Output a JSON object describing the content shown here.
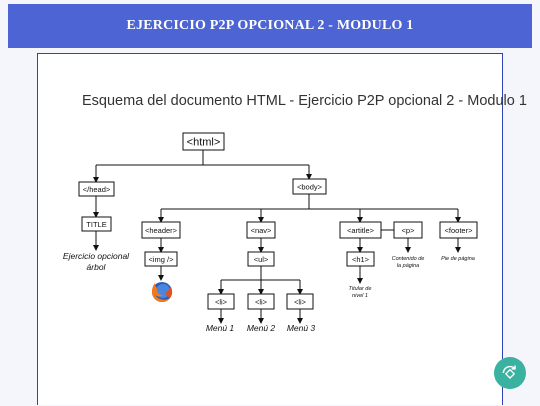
{
  "header": {
    "title": "EJERCICIO P2P OPCIONAL 2 - MODULO 1"
  },
  "diagram": {
    "title": "Esquema del  documento HTML - Ejercicio P2P opcional 2 - Modulo 1",
    "nodes": {
      "html": "<html>",
      "head": "</head>",
      "body": "<body>",
      "title_tag": "TITLE",
      "header": "<header>",
      "nav": "<nav>",
      "artitle": "<artitle>",
      "p": "<p>",
      "footer": "<footer>",
      "img": "<img />",
      "ul": "<ul>",
      "h1": "<h1>",
      "li1": "<li>",
      "li2": "<li>",
      "li3": "<li>"
    },
    "leaves": {
      "title_leaf_line1": "Ejercicio opcional",
      "title_leaf_line2": "árbol",
      "menu1": "Menú 1",
      "menu2": "Menú 2",
      "menu3": "Menú 3",
      "h1_leaf_line1": "Titular  de",
      "h1_leaf_line2": "nivel 1",
      "p_leaf_line1": "Contenido de",
      "p_leaf_line2": "la página",
      "footer_leaf": "Pie de página"
    },
    "icons": {
      "img_child": "firefox-logo-icon"
    }
  },
  "fab": {
    "icon": "rotate-phone-icon",
    "color": "#3bb1a0"
  },
  "colors": {
    "topbar": "#4d64d4",
    "panel_border": "#2f43b5",
    "background": "#f5f6fb"
  }
}
